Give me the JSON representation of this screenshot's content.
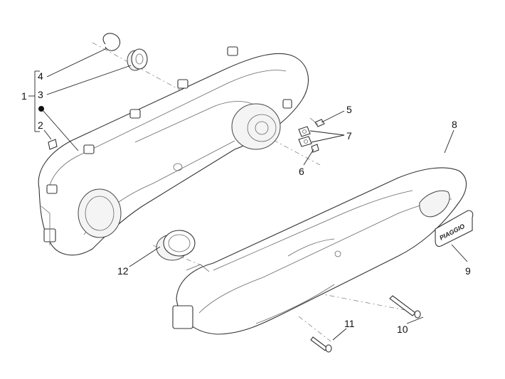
{
  "callouts": {
    "c1": "1",
    "c2": "2",
    "c3": "3",
    "c4": "4",
    "c5": "5",
    "c6": "6",
    "c7": "7",
    "c8": "8",
    "c9": "9",
    "c10": "10",
    "c11": "11",
    "c12": "12"
  },
  "badge": {
    "brand_text": "PIAGGIO"
  },
  "icons": {
    "bullet": "filled-dot-icon"
  }
}
